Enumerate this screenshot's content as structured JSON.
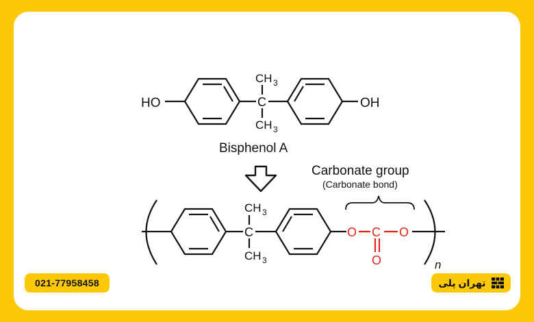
{
  "top_molecule": {
    "left_group": "HO",
    "right_group": "OH",
    "central_atom": "C",
    "upper_methyl": "CH",
    "lower_methyl": "CH",
    "methyl_subscript": "3",
    "name": "Bisphenol A"
  },
  "polymer": {
    "central_atom": "C",
    "upper_methyl": "CH",
    "lower_methyl": "CH",
    "methyl_subscript": "3",
    "oxygen_left": "O",
    "carbonyl_carbon": "C",
    "oxygen_right": "O",
    "carbonyl_oxygen": "O",
    "repeat_subscript": "n"
  },
  "carbonate_label": {
    "title": "Carbonate group",
    "subtitle": "(Carbonate bond)"
  },
  "footer": {
    "phone": "021-77958458",
    "brand": "تهران پلی"
  },
  "colors": {
    "frame": "#fbc80a",
    "carbonate_highlight": "#e2231a",
    "ink": "#111111"
  }
}
